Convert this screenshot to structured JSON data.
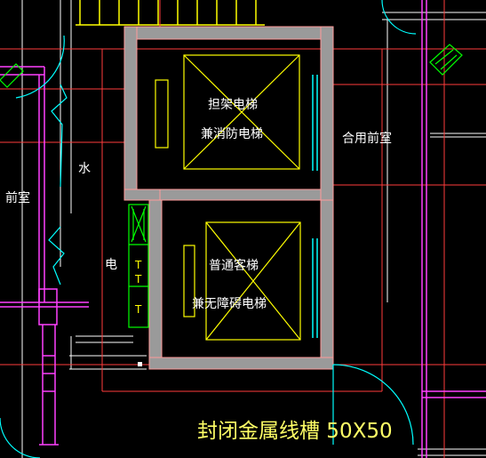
{
  "colors": {
    "background": "#000000",
    "wall": "#9a9a9a",
    "wall_outline": "#ff9a9a",
    "axis": "#ff3b3b",
    "shaft": "#ffff00",
    "door": "#00ffff",
    "grid_magenta": "#ff40ff",
    "white_text": "#ffffff",
    "note_text": "#ffff66",
    "equipment": "#00ff00"
  },
  "labels": {
    "fire_elevator_line1": "担架电梯",
    "fire_elevator_line2": "兼消防电梯",
    "passenger_elevator_line1": "普通客梯",
    "passenger_elevator_line2": "兼无障碍电梯",
    "shared_lobby": "合用前室",
    "left_lobby": "前室",
    "water_shaft": "水",
    "electric_shaft": "电",
    "cable_tray_note": "封闭金属线槽 50X50",
    "panel_tag_1": "T",
    "panel_tag_2": "T",
    "panel_tag_3": "T"
  },
  "icons": {
    "fire_elevator_shaft": "elevator-cross-icon",
    "passenger_elevator_shaft": "elevator-cross-icon",
    "door_swings": "door-arc-icon"
  }
}
